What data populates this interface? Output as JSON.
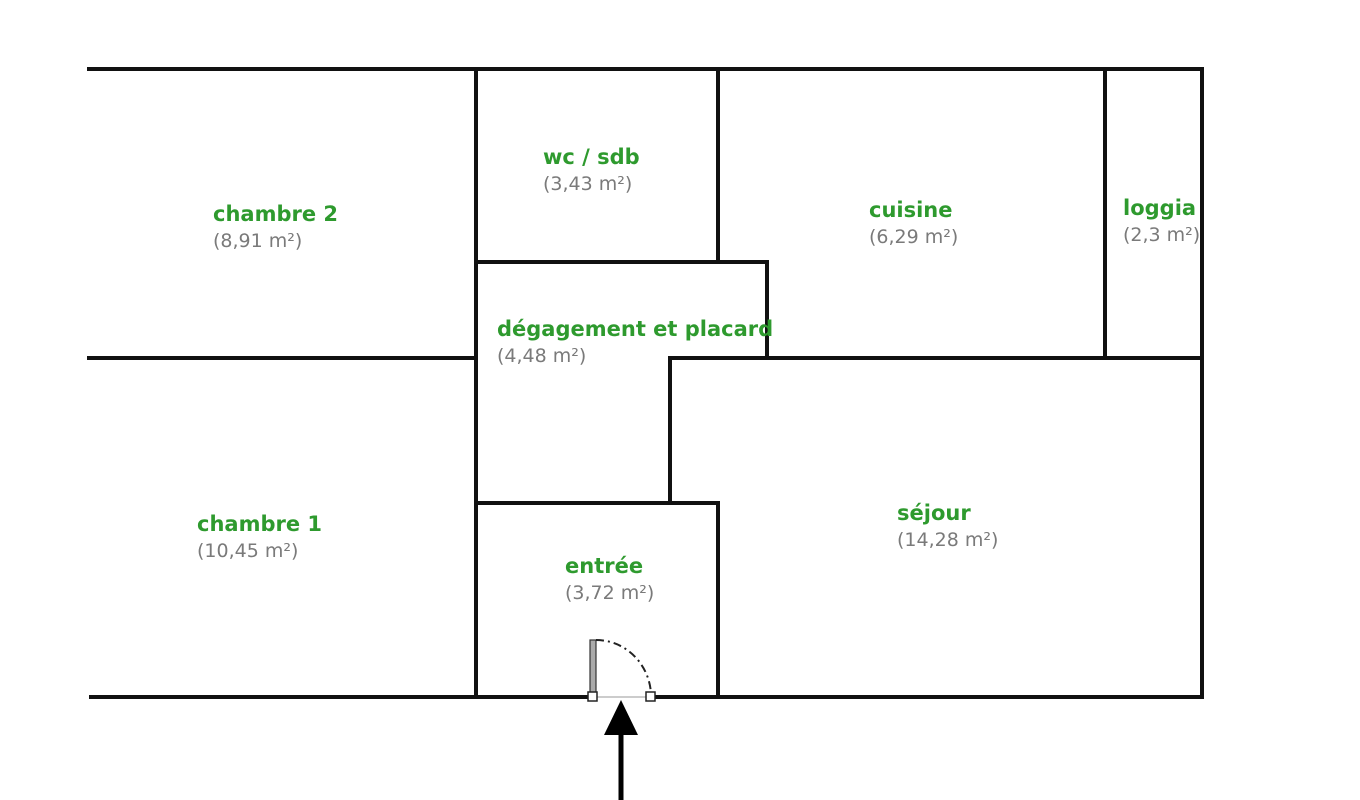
{
  "colors": {
    "label": "#2e9a2e",
    "area": "#7a7a7a",
    "wall": "#111111"
  },
  "rooms": [
    {
      "name": "chambre 2",
      "area": "(8,91 m²)"
    },
    {
      "name": "wc / sdb",
      "area": "(3,43 m²)"
    },
    {
      "name": "cuisine",
      "area": "(6,29 m²)"
    },
    {
      "name": "loggia",
      "area": "(2,3 m²)"
    },
    {
      "name": "dégagement et placard",
      "area": "(4,48 m²)"
    },
    {
      "name": "chambre 1",
      "area": "(10,45 m²)"
    },
    {
      "name": "entrée",
      "area": "(3,72 m²)"
    },
    {
      "name": "séjour",
      "area": "(14,28 m²)"
    }
  ]
}
